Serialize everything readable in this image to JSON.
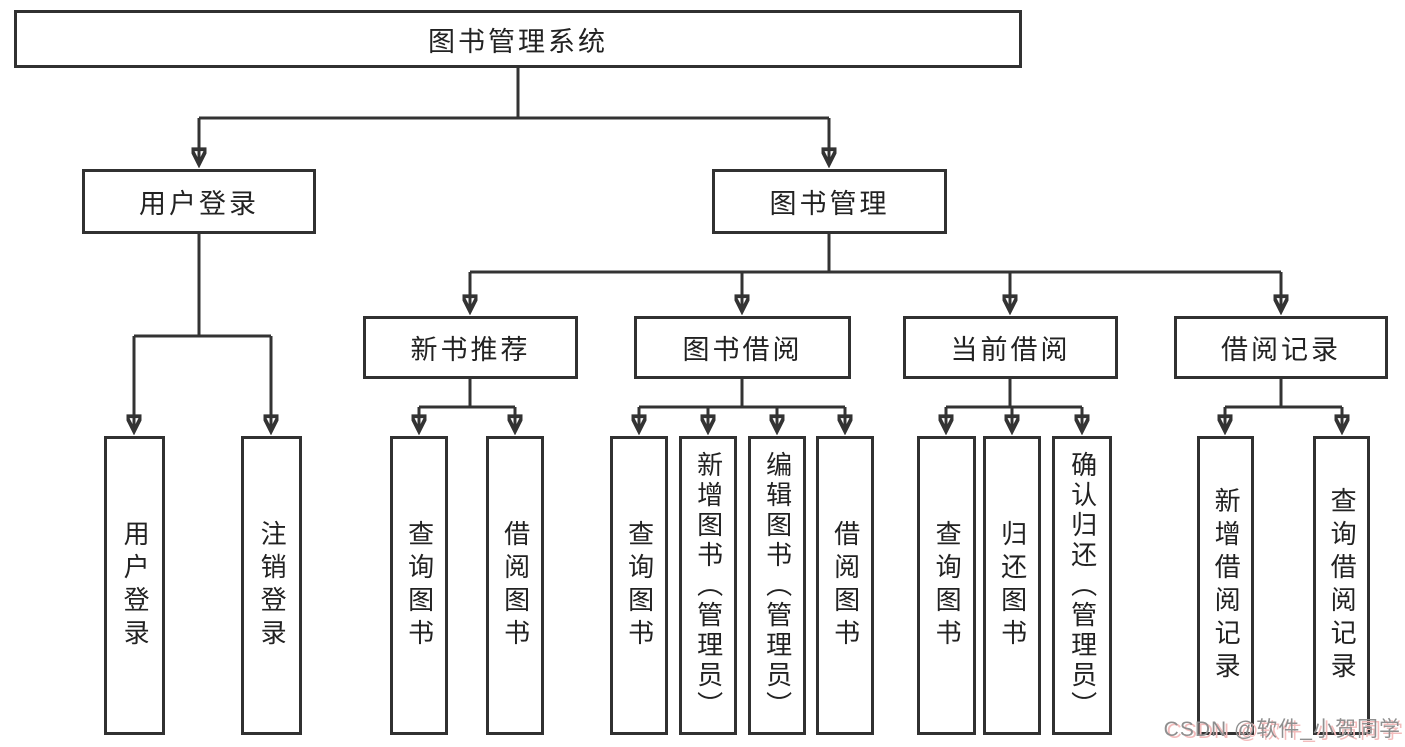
{
  "tree": {
    "root": {
      "label": "图书管理系统"
    },
    "children": [
      {
        "label": "用户登录",
        "children": [
          {
            "label": "用户登录"
          },
          {
            "label": "注销登录"
          }
        ]
      },
      {
        "label": "图书管理",
        "children": [
          {
            "label": "新书推荐",
            "children": [
              {
                "label": "查询图书"
              },
              {
                "label": "借阅图书"
              }
            ]
          },
          {
            "label": "图书借阅",
            "children": [
              {
                "label": "查询图书"
              },
              {
                "label": "新增图书（管理员）"
              },
              {
                "label": "编辑图书（管理员）"
              },
              {
                "label": "借阅图书"
              }
            ]
          },
          {
            "label": "当前借阅",
            "children": [
              {
                "label": "查询图书"
              },
              {
                "label": "归还图书"
              },
              {
                "label": "确认归还（管理员）"
              }
            ]
          },
          {
            "label": "借阅记录",
            "children": [
              {
                "label": "新增借阅记录"
              },
              {
                "label": "查询借阅记录"
              }
            ]
          }
        ]
      }
    ]
  },
  "watermark": {
    "text": "CSDN @软件_小贺同学"
  },
  "colors": {
    "line": "#333333",
    "box_border": "#313131",
    "box_fill": "#ffffff",
    "text": "#222222",
    "watermark_gray": "#8f8f8f",
    "watermark_pink": "#f3bcbc"
  }
}
